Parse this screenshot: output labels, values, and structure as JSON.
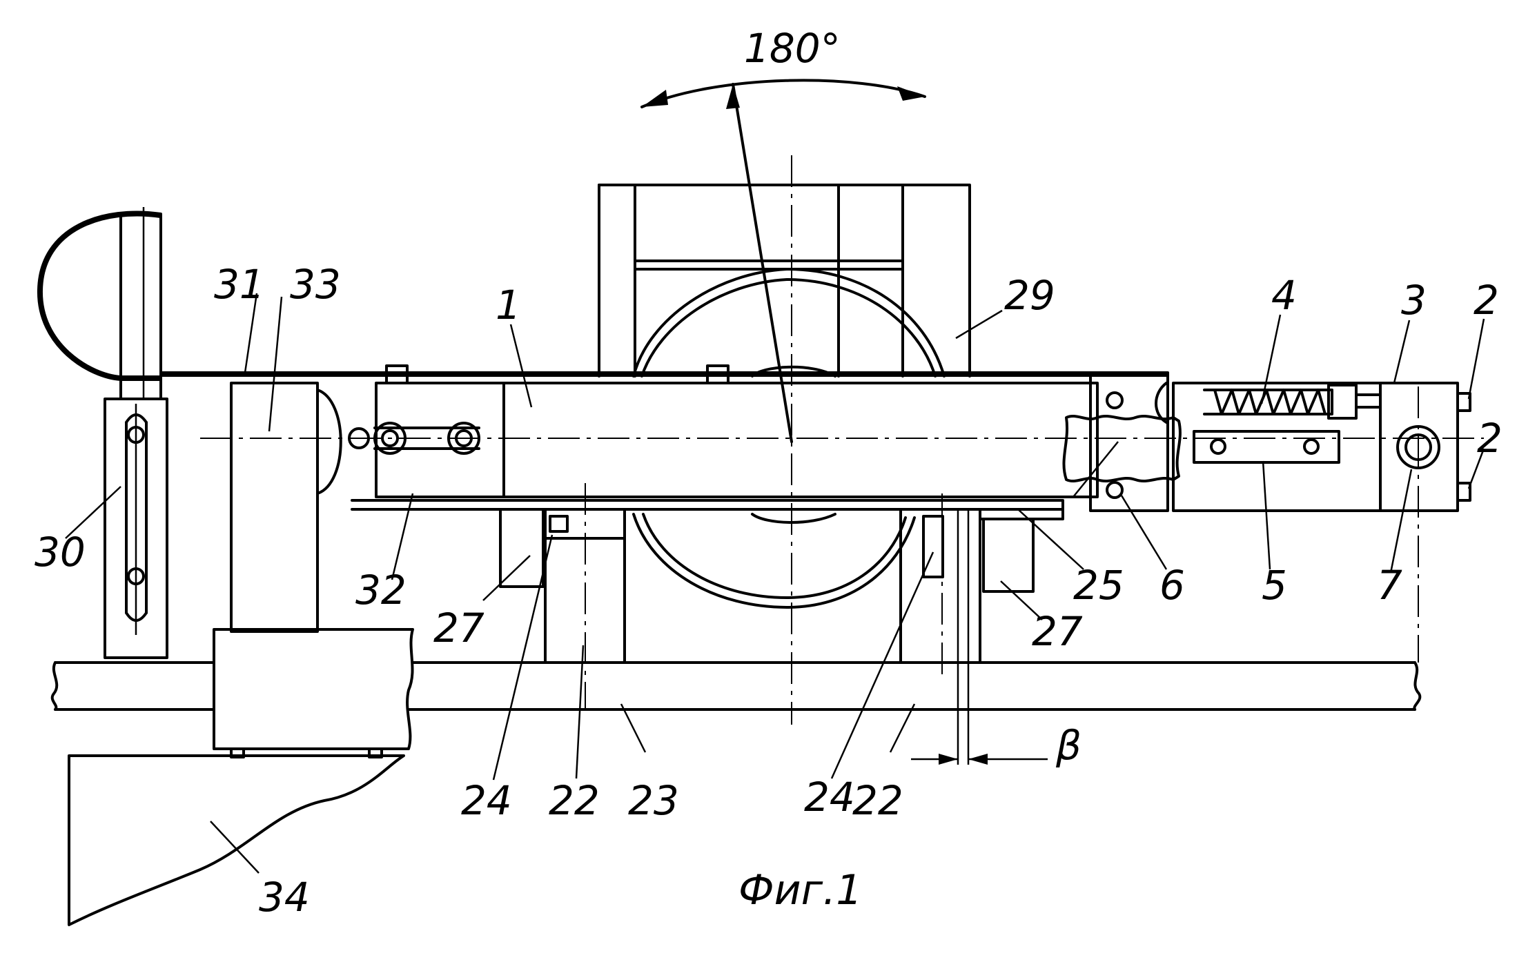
{
  "drawing": {
    "caption": "Фиг.1",
    "rotation_label": "180°",
    "gap_label": "β",
    "labels": {
      "l1": "1",
      "l2a": "2",
      "l2b": "2",
      "l3": "3",
      "l4": "4",
      "l5": "5",
      "l6": "6",
      "l7": "7",
      "l22a": "22",
      "l22b": "22",
      "l23": "23",
      "l24a": "24",
      "l24b": "24",
      "l25": "25",
      "l27a": "27",
      "l27b": "27",
      "l29": "29",
      "l30": "30",
      "l31": "31",
      "l32": "32",
      "l33": "33",
      "l34": "34"
    }
  }
}
